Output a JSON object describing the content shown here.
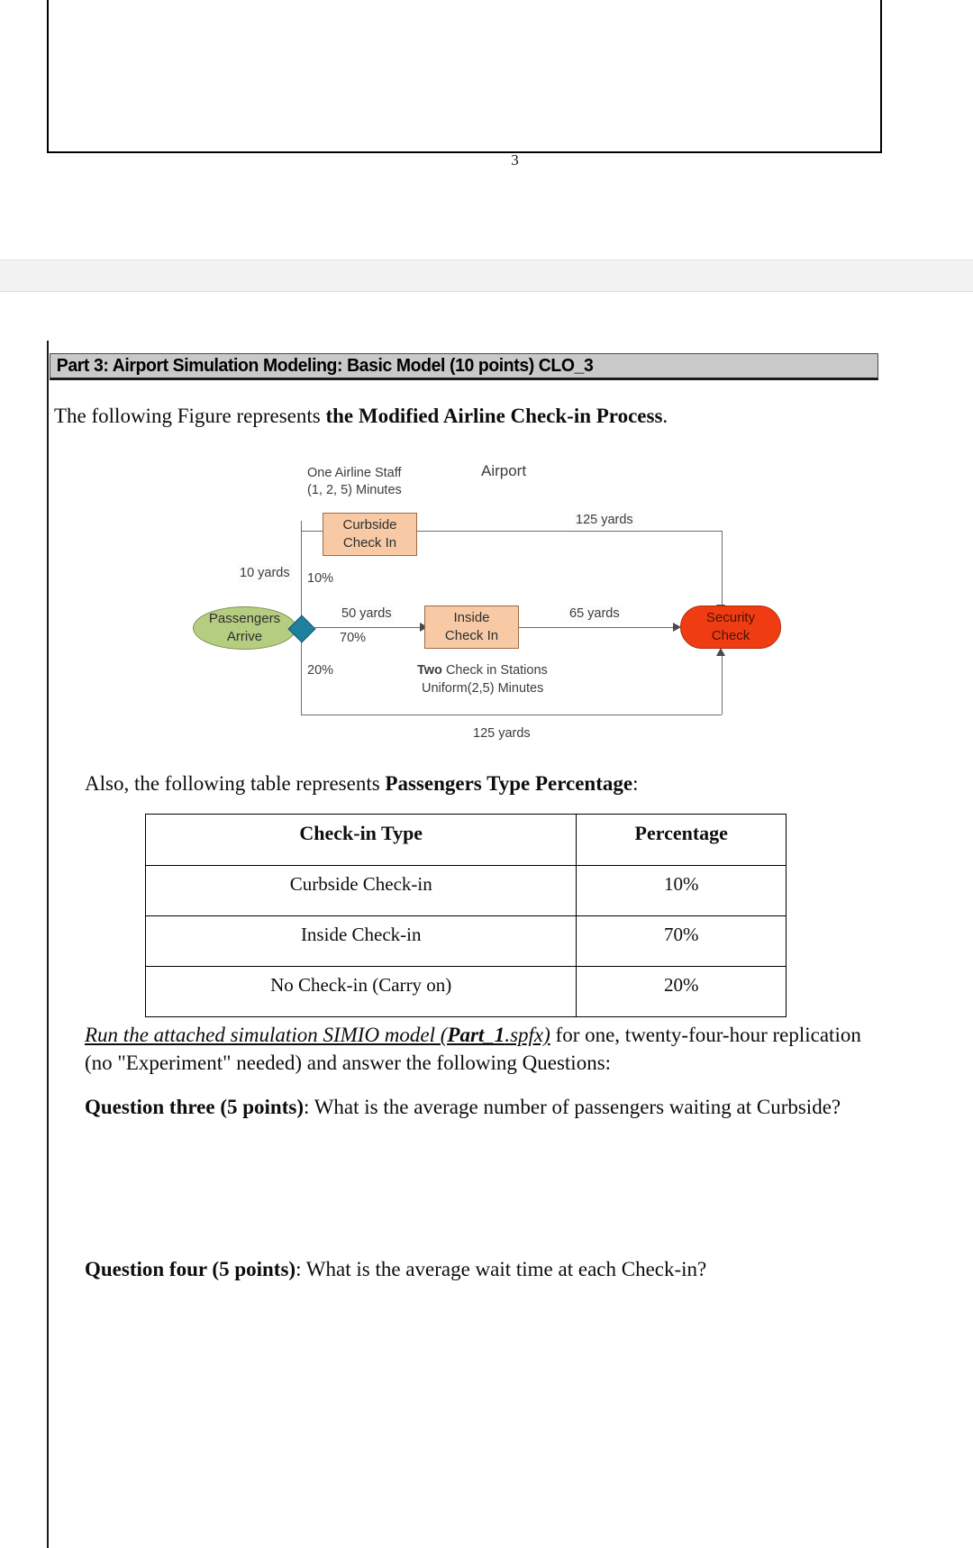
{
  "previous_page": {
    "page_number": "3"
  },
  "section": {
    "header": "Part 3: Airport Simulation Modeling: Basic Model (10 points) CLO_3",
    "intro_prefix": "The following Figure represents ",
    "intro_bold": "the Modified Airline Check-in Process",
    "intro_suffix": "."
  },
  "diagram": {
    "title": "Airport",
    "staff_note_line1": "One Airline Staff",
    "staff_note_line2": "(1, 2, 5) Minutes",
    "stations_note_bold": "Two",
    "stations_note_rest": " Check in Stations",
    "stations_note_line2": "Uniform(2,5) Minutes",
    "nodes": {
      "source_line1": "Passengers",
      "source_line2": "Arrive",
      "curbside_line1": "Curbside",
      "curbside_line2": "Check In",
      "inside_line1": "Inside",
      "inside_line2": "Check In",
      "security_line1": "Security",
      "security_line2": "Check"
    },
    "edges": {
      "arrive_to_decide_distance": "10 yards",
      "curbside_branch_pct": "10%",
      "inside_branch_distance": "50 yards",
      "inside_branch_pct": "70%",
      "nocheckin_branch_pct": "20%",
      "curbside_to_security_distance": "125 yards",
      "inside_to_security_distance": "65 yards",
      "nocheckin_to_security_distance": "125 yards"
    },
    "colors": {
      "source_fill": "#b5cd80",
      "process_fill": "#f7caa5",
      "sink_fill": "#f03c12",
      "decide_fill": "#1e7f9e",
      "connector": "#6d6d6d"
    }
  },
  "table_section": {
    "intro_prefix": "Also, the following table represents ",
    "intro_bold": "Passengers Type Percentage",
    "intro_suffix": ":",
    "headers": [
      "Check-in Type",
      "Percentage"
    ],
    "rows": [
      [
        "Curbside Check-in",
        "10%"
      ],
      [
        "Inside Check-in",
        "70%"
      ],
      [
        "No Check-in (Carry on)",
        "20%"
      ]
    ]
  },
  "instructions": {
    "em_prefix": "Run the attached simulation SIMIO model (",
    "em_bold": "Part_1",
    "em_mid": ".spfx)",
    "rest": " for one, twenty-four-hour replication (no \"Experiment\" needed) and answer the following Questions:"
  },
  "questions": [
    {
      "label": "Question three (5 points)",
      "text": ": What is the average number of passengers waiting at Curbside?"
    },
    {
      "label": "Question four (5 points)",
      "text": ": What is the average wait time at each Check-in?"
    }
  ]
}
